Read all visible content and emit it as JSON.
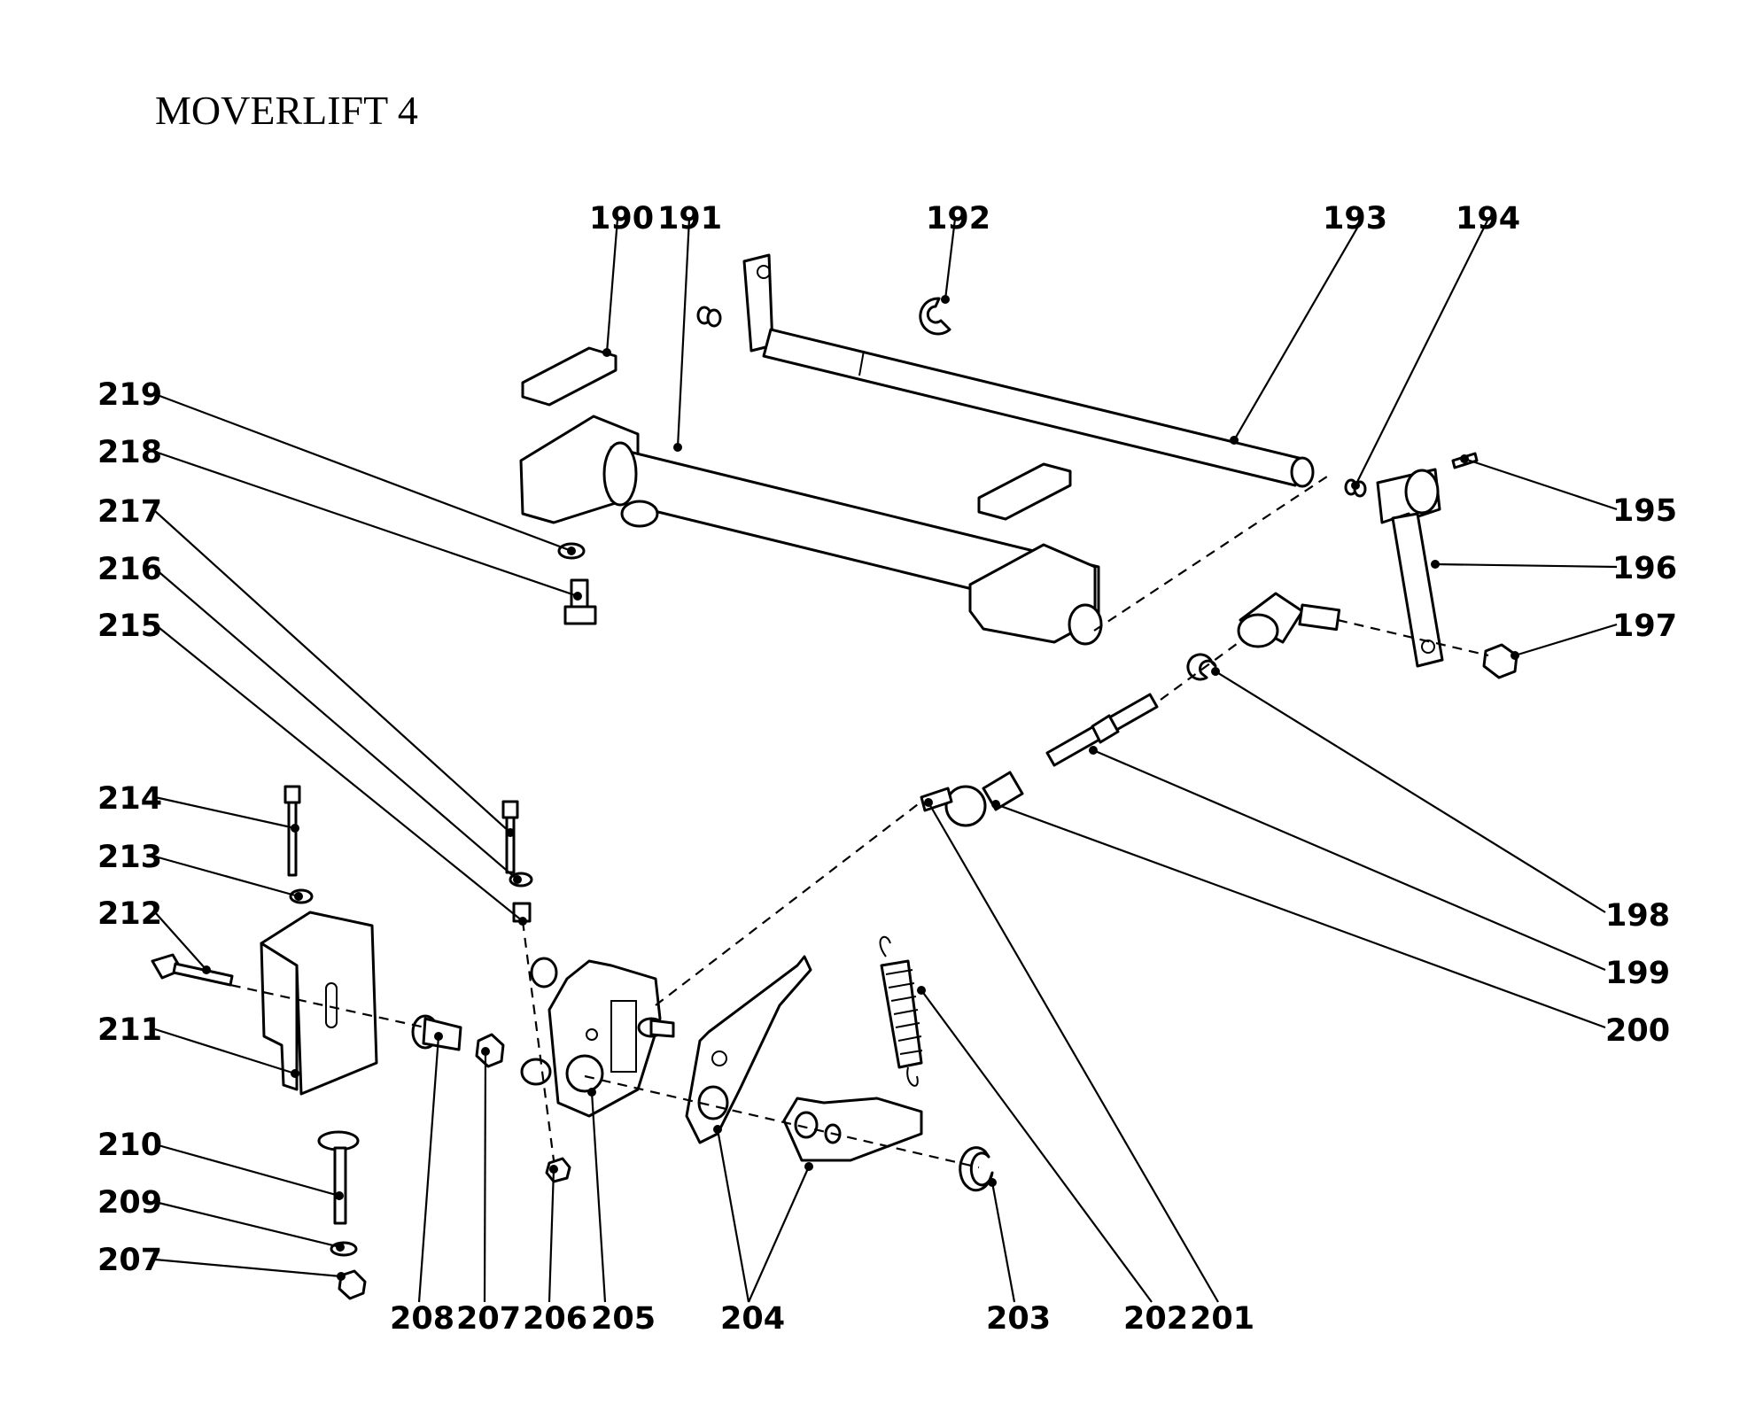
{
  "title": "MOVERLIFT 4",
  "callouts": {
    "c190": "190",
    "c191": "191",
    "c192": "192",
    "c193": "193",
    "c194": "194",
    "c195": "195",
    "c196": "196",
    "c197": "197",
    "c198": "198",
    "c199": "199",
    "c200": "200",
    "c201": "201",
    "c202": "202",
    "c203": "203",
    "c204": "204",
    "c205": "205",
    "c206": "206",
    "c207a": "207",
    "c207b": "207",
    "c208": "208",
    "c209": "209",
    "c210": "210",
    "c211": "211",
    "c212": "212",
    "c213": "213",
    "c214": "214",
    "c215": "215",
    "c216": "216",
    "c217": "217",
    "c218": "218",
    "c219": "219"
  },
  "colors": {
    "ink": "#000000",
    "paper": "#ffffff"
  }
}
